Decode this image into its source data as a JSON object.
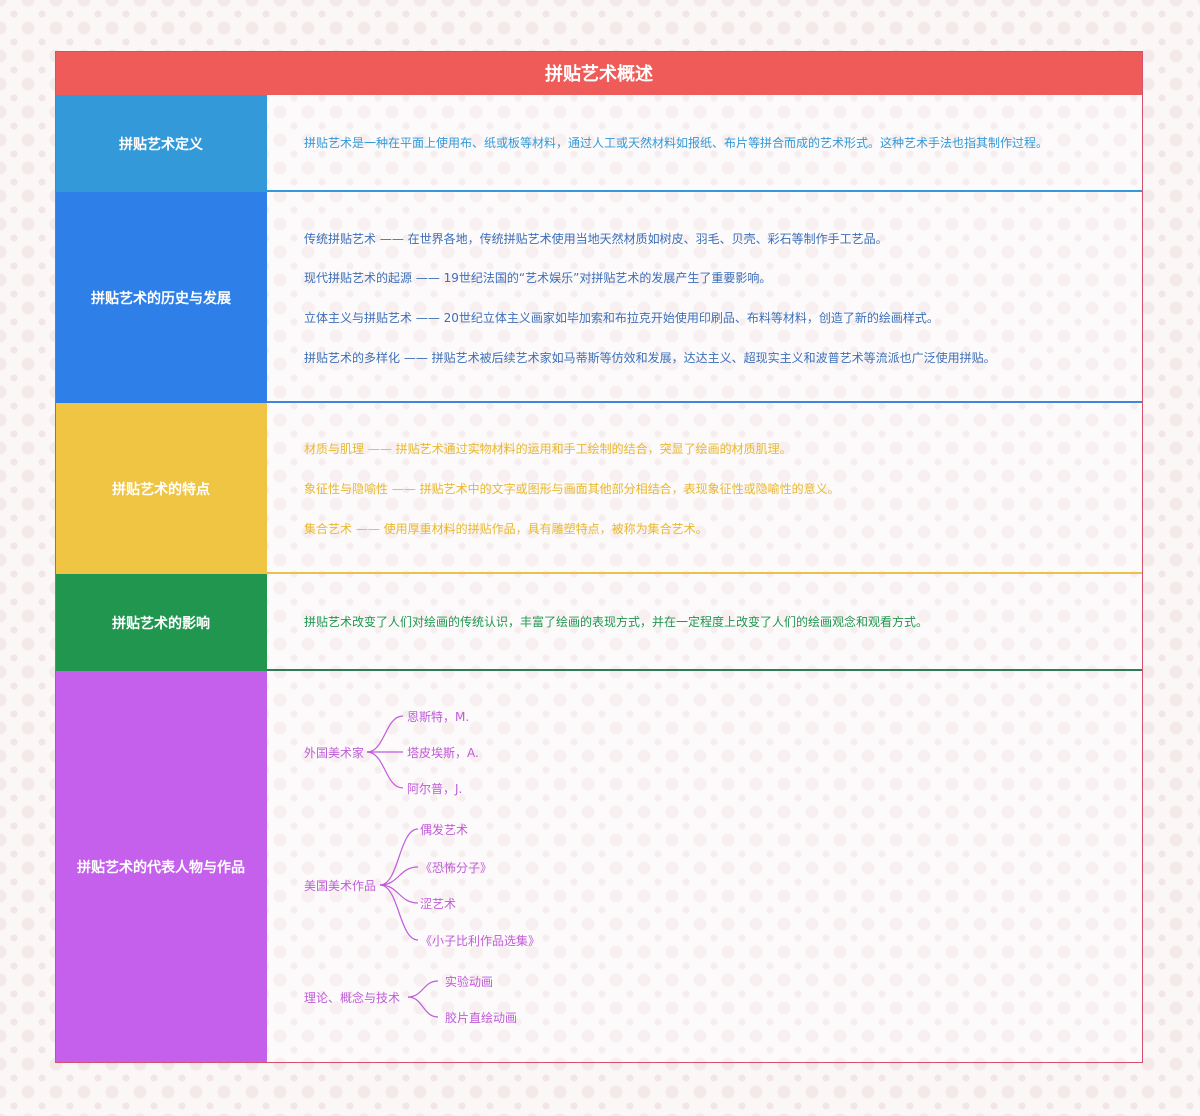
{
  "title": "拼贴艺术概述",
  "colors": {
    "title_bg": "#ef5b59",
    "definition": "#3399d9",
    "history": "#2e7fe8",
    "features": "#f0c544",
    "influence": "#20964f",
    "representatives": "#c460ec"
  },
  "sections": {
    "definition": {
      "label": "拼贴艺术定义",
      "text": "拼贴艺术是一种在平面上使用布、纸或板等材料，通过人工或天然材料如报纸、布片等拼合而成的艺术形式。这种艺术手法也指其制作过程。"
    },
    "history": {
      "label": "拼贴艺术的历史与发展",
      "items": [
        "传统拼贴艺术 —— 在世界各地，传统拼贴艺术使用当地天然材质如树皮、羽毛、贝壳、彩石等制作手工艺品。",
        "现代拼贴艺术的起源 —— 19世纪法国的“艺术娱乐”对拼贴艺术的发展产生了重要影响。",
        "立体主义与拼贴艺术 —— 20世纪立体主义画家如毕加索和布拉克开始使用印刷品、布料等材料，创造了新的绘画样式。",
        "拼贴艺术的多样化 —— 拼贴艺术被后续艺术家如马蒂斯等仿效和发展，达达主义、超现实主义和波普艺术等流派也广泛使用拼贴。"
      ]
    },
    "features": {
      "label": "拼贴艺术的特点",
      "items": [
        "材质与肌理 —— 拼贴艺术通过实物材料的运用和手工绘制的结合，突显了绘画的材质肌理。",
        "象征性与隐喻性 —— 拼贴艺术中的文字或图形与画面其他部分相结合，表现象征性或隐喻性的意义。",
        "集合艺术 —— 使用厚重材料的拼贴作品，具有雕塑特点，被称为集合艺术。"
      ]
    },
    "influence": {
      "label": "拼贴艺术的影响",
      "text": "拼贴艺术改变了人们对绘画的传统认识，丰富了绘画的表现方式，并在一定程度上改变了人们的绘画观念和观看方式。"
    },
    "representatives": {
      "label": "拼贴艺术的代表人物与作品",
      "groups": [
        {
          "name": "外国美术家",
          "children": [
            "恩斯特，M.",
            "塔皮埃斯，A.",
            "阿尔普，J."
          ]
        },
        {
          "name": "美国美术作品",
          "children": [
            "偶发艺术",
            "《恐怖分子》",
            "涩艺术",
            "《小子比利作品选集》"
          ]
        },
        {
          "name": "理论、概念与技术",
          "children": [
            "实验动画",
            "胶片直绘动画"
          ]
        }
      ]
    }
  }
}
